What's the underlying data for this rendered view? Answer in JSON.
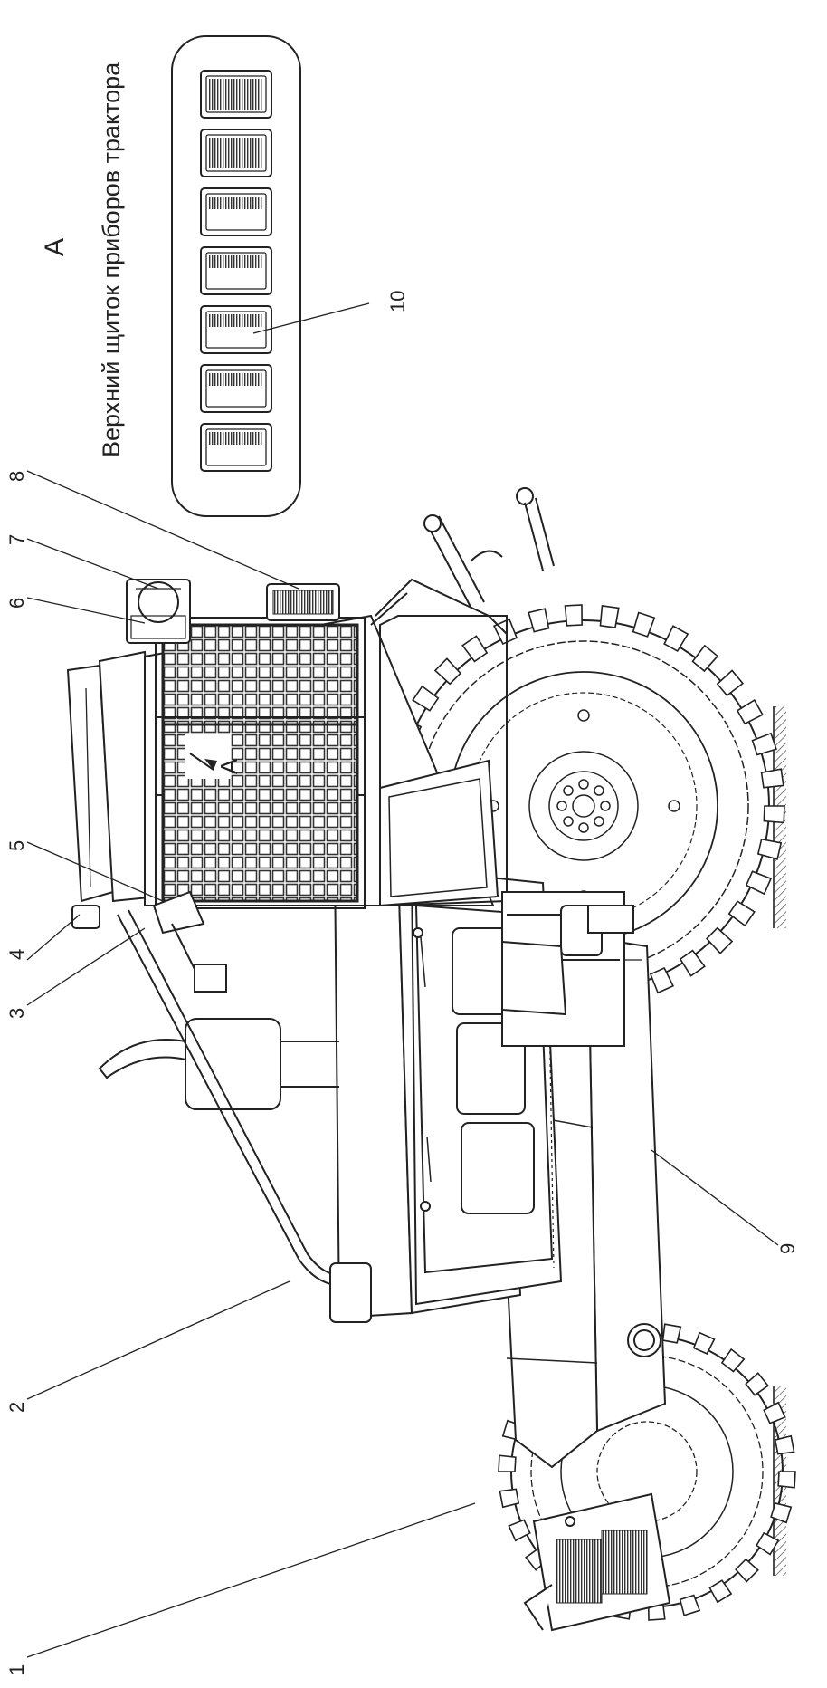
{
  "caption": "Верхний щиток приборов трактора",
  "view_label": "А",
  "cab_view_marker": "А",
  "callouts": [
    "1",
    "2",
    "3",
    "4",
    "5",
    "6",
    "7",
    "8",
    "9",
    "10"
  ],
  "panel_indicator_count": 7,
  "line_color": "#222222"
}
